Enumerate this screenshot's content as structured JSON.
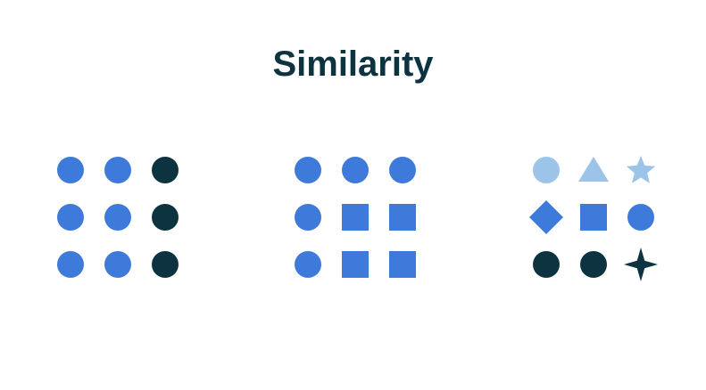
{
  "title": "Similarity",
  "colors": {
    "title": "#0d3340",
    "blue": "#3d7ad9",
    "light_blue": "#9cc4e8",
    "dark": "#0d3340"
  },
  "panels": [
    {
      "grid": [
        [
          {
            "shape": "circle",
            "color": "blue"
          },
          {
            "shape": "circle",
            "color": "blue"
          },
          {
            "shape": "circle",
            "color": "dark"
          }
        ],
        [
          {
            "shape": "circle",
            "color": "blue"
          },
          {
            "shape": "circle",
            "color": "blue"
          },
          {
            "shape": "circle",
            "color": "dark"
          }
        ],
        [
          {
            "shape": "circle",
            "color": "blue"
          },
          {
            "shape": "circle",
            "color": "blue"
          },
          {
            "shape": "circle",
            "color": "dark"
          }
        ]
      ]
    },
    {
      "grid": [
        [
          {
            "shape": "circle",
            "color": "blue"
          },
          {
            "shape": "circle",
            "color": "blue"
          },
          {
            "shape": "circle",
            "color": "blue"
          }
        ],
        [
          {
            "shape": "circle",
            "color": "blue"
          },
          {
            "shape": "square",
            "color": "blue"
          },
          {
            "shape": "square",
            "color": "blue"
          }
        ],
        [
          {
            "shape": "circle",
            "color": "blue"
          },
          {
            "shape": "square",
            "color": "blue"
          },
          {
            "shape": "square",
            "color": "blue"
          }
        ]
      ]
    },
    {
      "grid": [
        [
          {
            "shape": "circle",
            "color": "light_blue"
          },
          {
            "shape": "triangle",
            "color": "light_blue"
          },
          {
            "shape": "star5",
            "color": "light_blue"
          }
        ],
        [
          {
            "shape": "diamond",
            "color": "blue"
          },
          {
            "shape": "square",
            "color": "blue"
          },
          {
            "shape": "circle",
            "color": "blue"
          }
        ],
        [
          {
            "shape": "circle",
            "color": "dark"
          },
          {
            "shape": "circle",
            "color": "dark"
          },
          {
            "shape": "star4",
            "color": "dark"
          }
        ]
      ]
    }
  ]
}
